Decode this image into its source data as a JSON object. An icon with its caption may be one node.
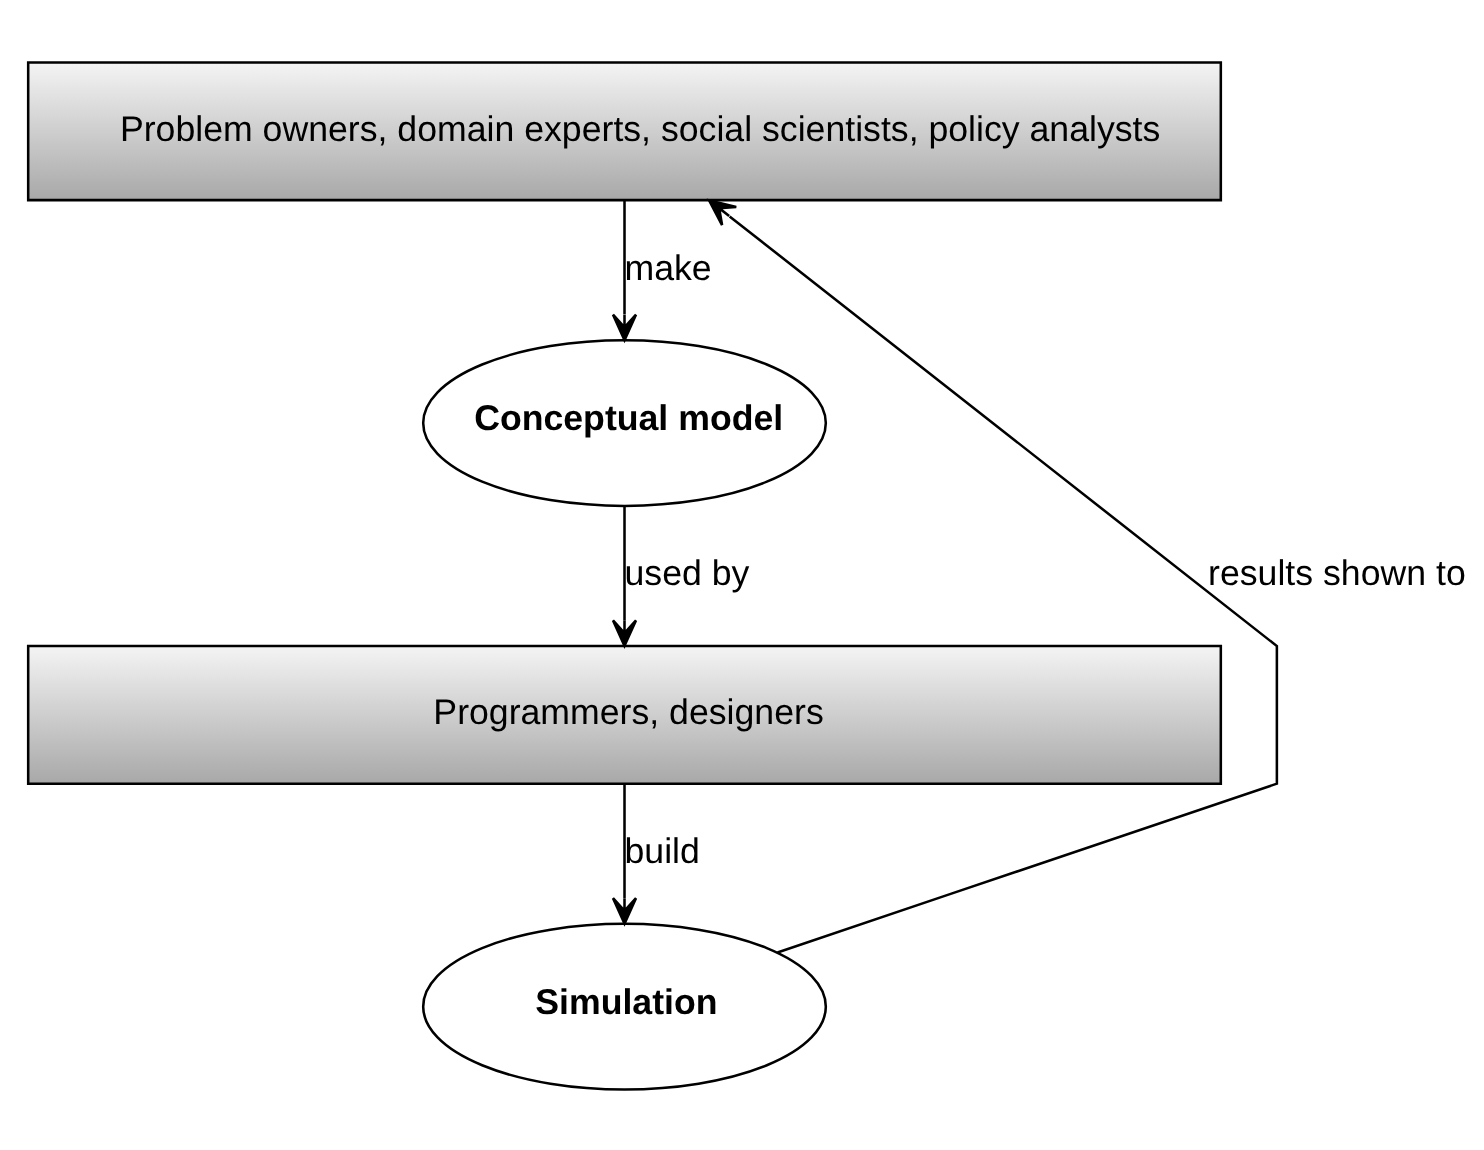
{
  "diagram": {
    "nodes": [
      {
        "text": [
          "Problem owners, domain experts, social scientists, policy analysts"
        ]
      },
      {
        "text": [
          "Conceptual model"
        ]
      },
      {
        "text": [
          "Programmers, designers"
        ]
      },
      {
        "text": [
          "Simulation"
        ]
      }
    ],
    "edges": [
      {
        "from": 0,
        "to": 1,
        "arrow": "to",
        "label": "make"
      },
      {
        "from": 1,
        "to": 2,
        "arrow": "to",
        "label": "used by"
      },
      {
        "from": 2,
        "to": 3,
        "arrow": "to",
        "label": "build"
      },
      {
        "from": 3,
        "to": 0,
        "arrow": "to",
        "label": "results shown to"
      }
    ]
  }
}
